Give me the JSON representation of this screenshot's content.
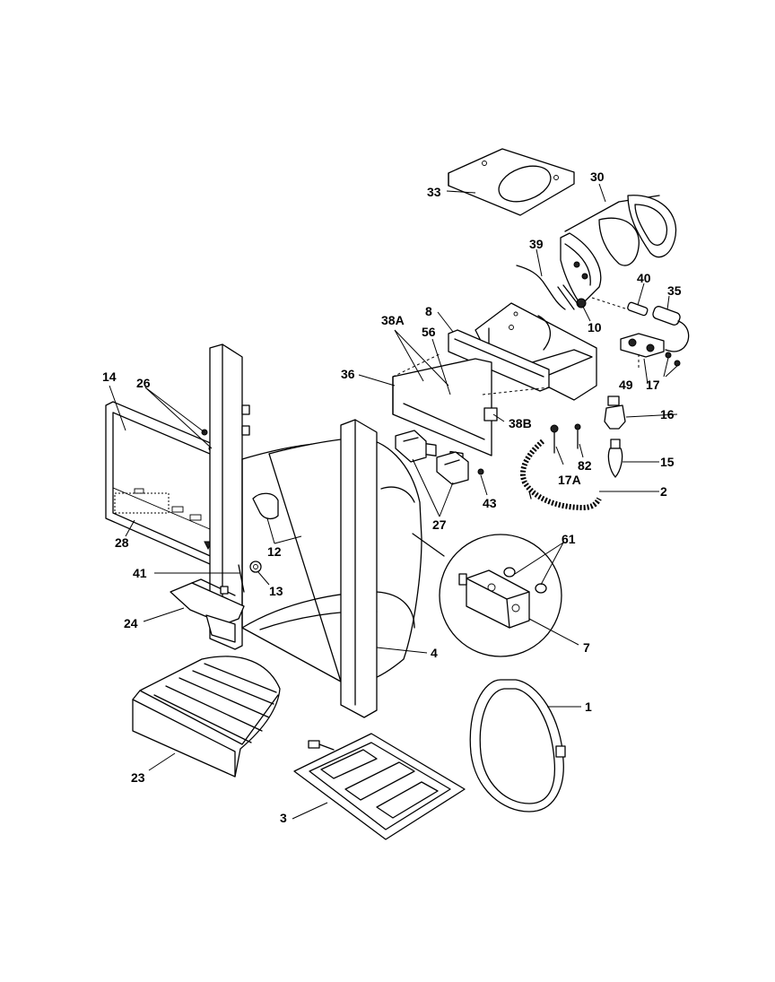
{
  "labels": {
    "l33": "33",
    "l30": "30",
    "l39": "39",
    "l40": "40",
    "l35": "35",
    "l8": "8",
    "l38A": "38A",
    "l56": "56",
    "l10": "10",
    "l36": "36",
    "l14": "14",
    "l26": "26",
    "l49": "49",
    "l17": "17",
    "l16": "16",
    "l38B": "38B",
    "l15": "15",
    "l17A": "17A",
    "l82": "82",
    "l2": "2",
    "l43": "43",
    "l27": "27",
    "l28": "28",
    "l12": "12",
    "l61": "61",
    "l41": "41",
    "l13": "13",
    "l24": "24",
    "l7": "7",
    "l4": "4",
    "l1": "1",
    "l23": "23",
    "l3": "3"
  },
  "icons": [
    "exploded-parts-diagram"
  ]
}
